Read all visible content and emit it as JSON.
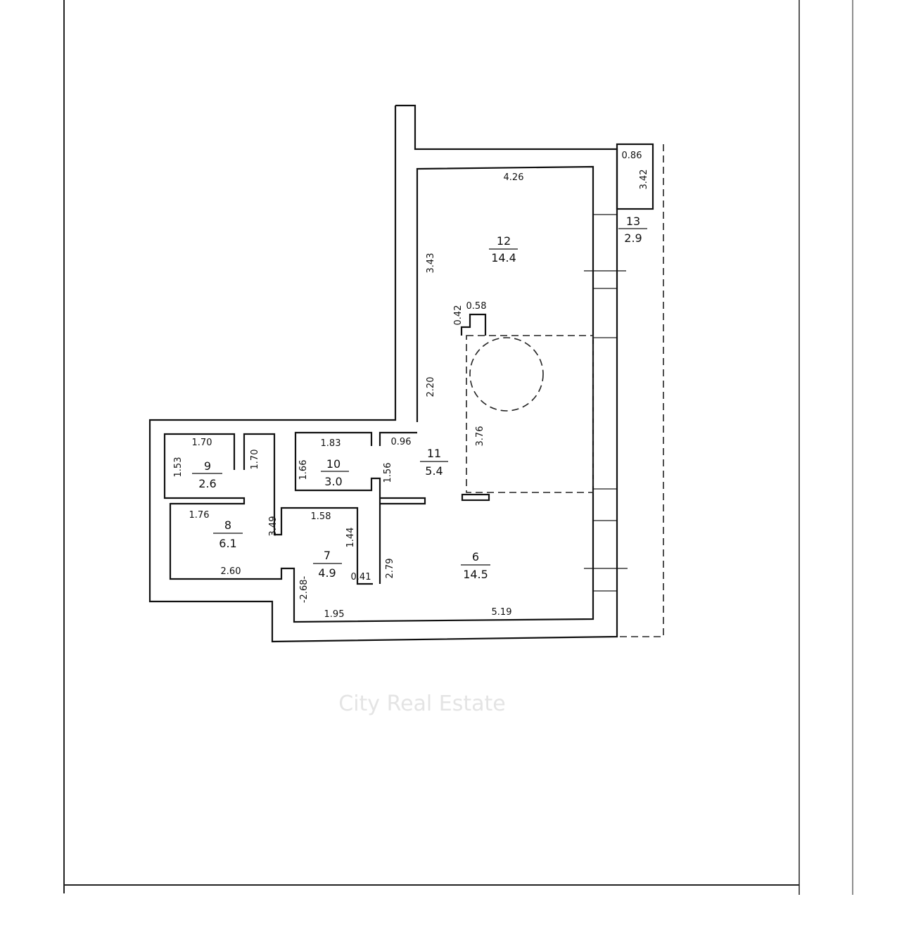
{
  "watermark": "City Real Estate",
  "rooms": [
    {
      "number": "6",
      "area": "14.5"
    },
    {
      "number": "7",
      "area": "4.9"
    },
    {
      "number": "8",
      "area": "6.1"
    },
    {
      "number": "9",
      "area": "2.6"
    },
    {
      "number": "10",
      "area": "3.0"
    },
    {
      "number": "11",
      "area": "5.4"
    },
    {
      "number": "12",
      "area": "14.4"
    },
    {
      "number": "13",
      "area": "2.9"
    }
  ],
  "dimensions": {
    "r12_width": "4.26",
    "r12_height": "3.43",
    "corridor_220": "2.20",
    "column_w": "0.58",
    "column_h": "0.42",
    "balcony_w": "0.86",
    "balcony_h": "3.42",
    "r11_376": "3.76",
    "r11_096": "0.96",
    "r10_w": "1.83",
    "r10_h": "1.66",
    "r10_156": "1.56",
    "r9_w": "1.70",
    "r9_h": "1.53",
    "r9_170": "1.70",
    "r8_w": "1.76",
    "r8_bottom": "2.60",
    "r8_349": "3.49",
    "r7_w": "1.58",
    "r7_144": "1.44",
    "r7_041": "0.41",
    "r7_279": "2.79",
    "r7_268": "-2.68-",
    "r6_195": "1.95",
    "r6_519": "5.19"
  }
}
